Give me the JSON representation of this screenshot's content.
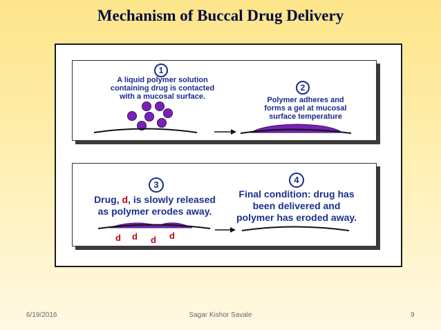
{
  "title": "Mechanism of Buccal Drug Delivery",
  "steps": [
    {
      "number": "1",
      "caption_lines": [
        "A liquid polymer solution",
        "containing drug is contacted",
        "with a mucosal surface."
      ]
    },
    {
      "number": "2",
      "caption_lines": [
        "Polymer adheres and",
        "forms a gel at mucosal",
        "surface temperature"
      ]
    },
    {
      "number": "3",
      "caption_line1_pre": "Drug, ",
      "caption_line1_drug": "d",
      "caption_line1_post": ", is slowly released",
      "caption_line2": "as polymer erodes away.",
      "drug_labels": [
        "d",
        "d",
        "d",
        "d"
      ]
    },
    {
      "number": "4",
      "caption_lines": [
        "Final condition: drug has",
        "been delivered and",
        "polymer has eroded away."
      ]
    }
  ],
  "colors": {
    "polymer": "#7a22b8",
    "drug": "#c0001a",
    "caption": "#1a2a8a"
  },
  "footer": {
    "date": "6/19/2016",
    "author": "Sagar Kishor Savale",
    "page": "9"
  }
}
